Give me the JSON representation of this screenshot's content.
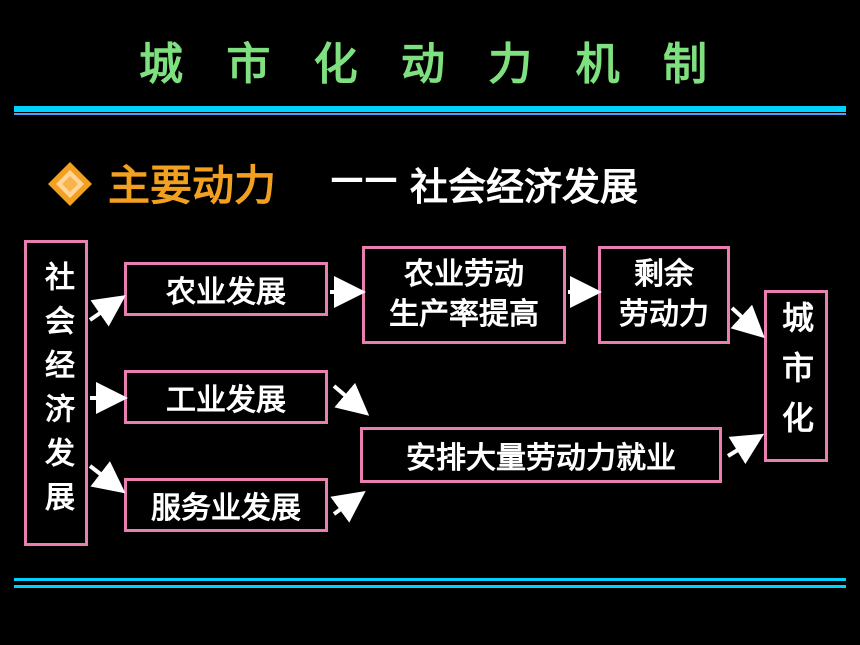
{
  "title": "城 市 化 动 力 机 制",
  "colors": {
    "title": "#7fe07f",
    "subtitle_main": "#f2a020",
    "subtitle_rest": "#ffffff",
    "box_border": "#e87fb0",
    "rule_cyan": "#00d2ff",
    "rule_blue": "#4aa0ff",
    "arrow": "#ffffff"
  },
  "subtitle": {
    "bullet_icon": "diamond-bullet-icon",
    "main": "主要动力",
    "dash": "——",
    "rest": "社会经济发展"
  },
  "diagram": {
    "source": "社会经济发展",
    "agriculture": "农业发展",
    "industry": "工业发展",
    "services": "服务业发展",
    "productivity_line1": "农业劳动",
    "productivity_line2": "生产率提高",
    "surplus_line1": "剩余",
    "surplus_line2": "劳动力",
    "employment": "安排大量劳动力就业",
    "target": "城市化"
  }
}
